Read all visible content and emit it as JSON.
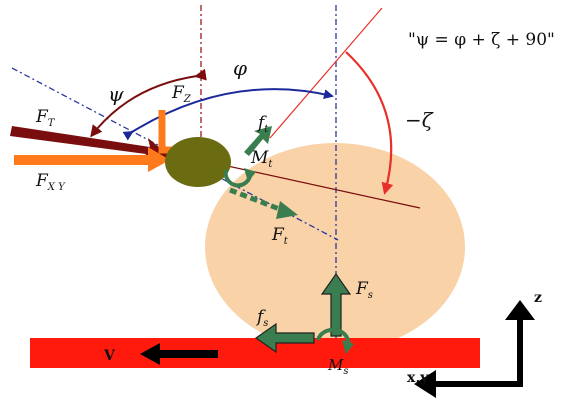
{
  "equation": "\"ψ = φ + ζ + 90\"",
  "labels": {
    "psi": "ψ",
    "phi": "φ",
    "neg_zeta": "−ζ",
    "ft_sym": "f",
    "ft_sub": "t",
    "fz_sym": "F",
    "fz_sub": "Z",
    "fT_sym": "F",
    "fT_sub": "T",
    "fxy_sym": "F",
    "fxy_sub": "X Y",
    "mt_sym": "M",
    "mt_sub": "t",
    "Ft_sym": "F",
    "Ft_sub": "t",
    "Fs_sym": "F",
    "Fs_sub": "s",
    "fs_sym": "f",
    "fs_sub": "s",
    "ms_sym": "M",
    "ms_sub": "s",
    "v": "V",
    "z_axis": "z",
    "xy_axis": "x,y"
  },
  "colors": {
    "plate": "#ff1a0d",
    "tool": "#6b6b12",
    "workpiece": "#f9d2a8",
    "dark_red": "#7a0d0d",
    "orange": "#ff7a1a",
    "green": "#3a7d4e",
    "blue": "#1a2a9a",
    "red_line": "#e8302a"
  },
  "icons": {
    "moment_t": "circular-arrow-icon",
    "moment_s": "circular-arrow-icon",
    "velocity": "arrow-left-icon",
    "axes": "coordinate-axes-icon"
  }
}
